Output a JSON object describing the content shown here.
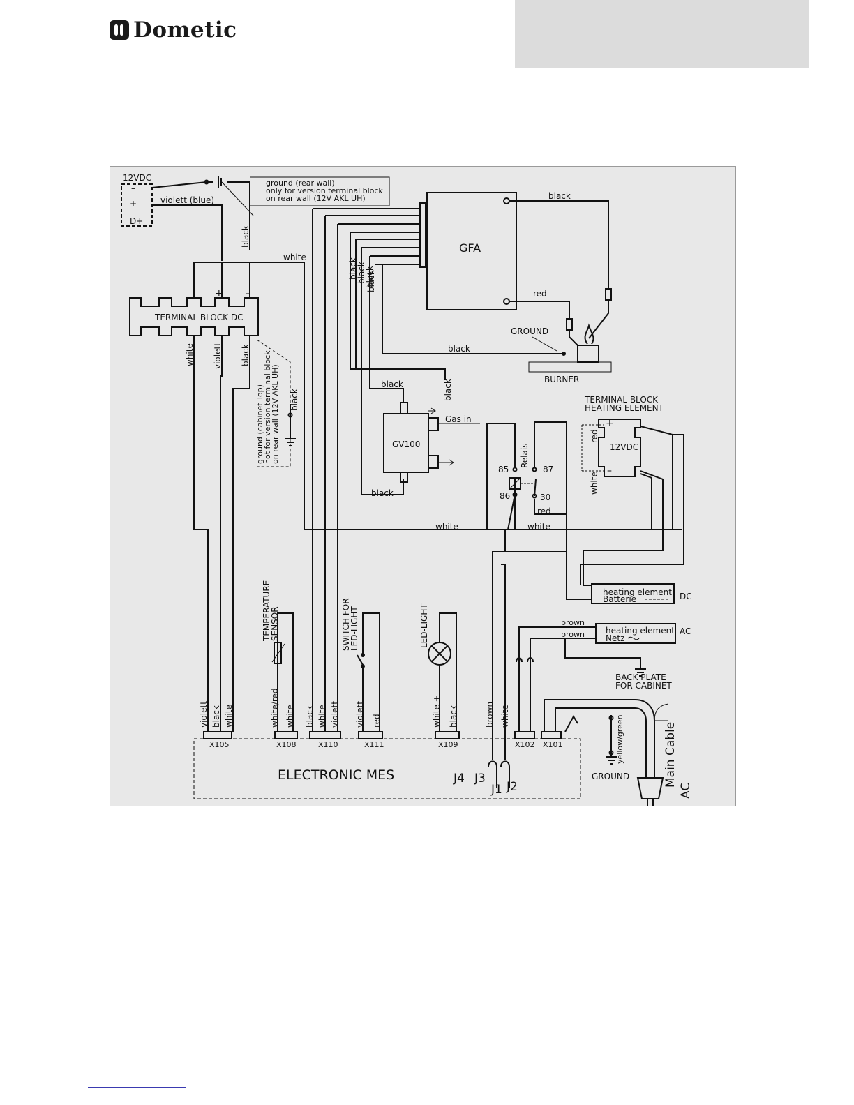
{
  "brand": {
    "logo_text": "Dometic"
  },
  "labels": {
    "v12dc": "12VDC",
    "minus": "–",
    "plus": "+",
    "dplus": "D+",
    "violett_blue": "violett (blue)",
    "ground_rear_1": "ground (rear wall)",
    "ground_rear_2": "only for version terminal block",
    "ground_rear_3": "on rear wall (12V AKL UH)",
    "black": "black",
    "white": "white",
    "red": "red",
    "violett": "violett",
    "brown": "brown",
    "terminal_block_dc": "TERMINAL BLOCK DC",
    "tb_plus": "+",
    "tb_minus": "–",
    "ground_top_1": "ground (cabinet Top)",
    "ground_top_2": "not for version terminal block",
    "ground_top_3": "on rear wall (12V AKL UH)",
    "gfa": "GFA",
    "ground": "GROUND",
    "burner": "BURNER",
    "gv100": "GV100",
    "gas_in": "Gas in",
    "relais": "Relais",
    "r85": "85",
    "r86": "86",
    "r87": "87",
    "r30": "30",
    "tbhe_1": "TERMINAL BLOCK",
    "tbhe_2": "HEATING ELEMENT",
    "tbhe_12vdc": "12VDC",
    "he_dc_1": "heating element",
    "he_dc_2": "Batterie",
    "dc": "DC",
    "he_ac_1": "heating element",
    "he_ac_2": "Netz",
    "ac": "AC",
    "back_plate_1": "BACK PLATE",
    "back_plate_2": "FOR CABINET",
    "temp_sensor_1": "TEMPERATURE-",
    "temp_sensor_2": "SENSOR",
    "switch_1": "SWITCH FOR",
    "switch_2": "LED-LIGHT",
    "led_light": "LED-LIGHT",
    "white_red": "white/red",
    "white_plus": "white +",
    "black_minus": "black -",
    "yellow_green": "yellow/green",
    "main_cable_1": "Main Cable",
    "main_cable_2": "AC",
    "electronic_mes": "ELECTRONIC MES",
    "x105": "X105",
    "x108": "X108",
    "x110": "X110",
    "x111": "X111",
    "x109": "X109",
    "x102": "X102",
    "x101": "X101",
    "j1": "J1",
    "j2": "J2",
    "j3": "J3",
    "j4": "J4"
  }
}
